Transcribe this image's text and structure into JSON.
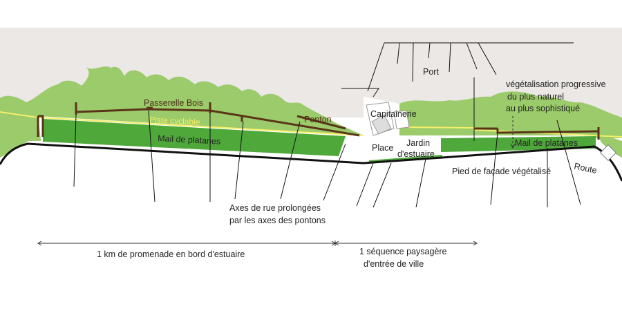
{
  "colors": {
    "vegetation": "#9bcb6a",
    "mail": "#4fa83a",
    "brown": "#5a3418",
    "yellow": "#f4ef6a",
    "top_band": "#ebe8e6",
    "road": "#111111"
  },
  "labels": {
    "passerelle": "Passerelle Bois",
    "piste": "Piste cyclable",
    "ponton": "Ponton",
    "mail_left": "Mail de platanes",
    "mail_right": "Mail de platanes",
    "capitainerie": "Capitainerie",
    "place": "Place",
    "jardin_1": "Jardin",
    "jardin_2": "d'estuaire",
    "port": "Port",
    "route": "Route",
    "pied_facade": "Pied de façade végétalisé",
    "vegetalisation_1": "végétalisation progressive",
    "vegetalisation_2": "du plus naturel",
    "vegetalisation_3": "au plus sophistiqué",
    "axes_1": "Axes de rue prolongées",
    "axes_2": "par les axes des pontons",
    "dim_left": "1 km de promenade en bord d'estuaire",
    "dim_right_1": "1 séquence paysagère",
    "dim_right_2": "d'entrée de ville"
  }
}
